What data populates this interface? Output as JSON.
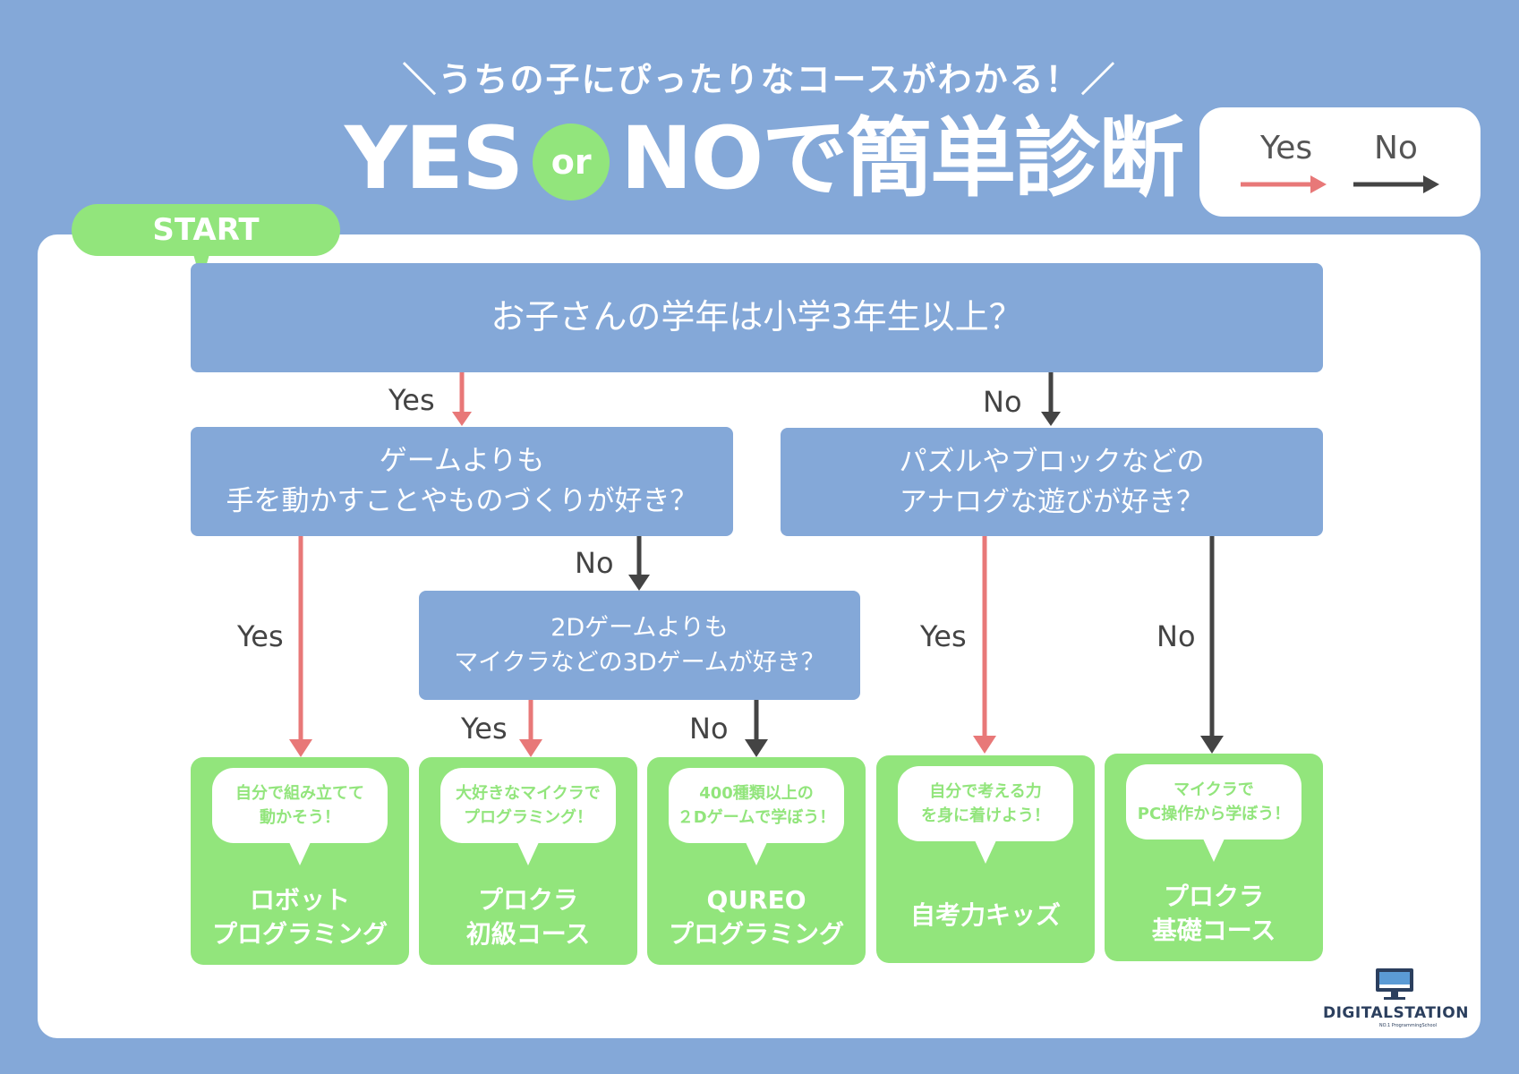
{
  "header": {
    "subtitle": "＼うちの子にぴったりなコースがわかる！／",
    "title_yes": "YES",
    "title_or": "or",
    "title_rest": "NOで簡単診断"
  },
  "legend": {
    "yes": "Yes",
    "no": "No"
  },
  "start": "START",
  "questions": {
    "q1": "お子さんの学年は小学3年生以上？",
    "q2": [
      "ゲームよりも",
      "手を動かすことやものづくりが好き？"
    ],
    "q3": [
      "パズルやブロックなどの",
      "アナログな遊びが好き？"
    ],
    "q4": [
      "2Dゲームよりも",
      "マイクラなどの3Dゲームが好き？"
    ]
  },
  "branch_labels": {
    "q1_yes": "Yes",
    "q1_no": "No",
    "q2_yes": "Yes",
    "q2_no": "No",
    "q3_yes": "Yes",
    "q3_no": "No",
    "q4_yes": "Yes",
    "q4_no": "No"
  },
  "results": [
    {
      "bubble": [
        "自分で組み立てて",
        "動かそう！"
      ],
      "course": [
        "ロボット",
        "プログラミング"
      ]
    },
    {
      "bubble": [
        "大好きなマイクラで",
        "プログラミング！"
      ],
      "course": [
        "プロクラ",
        "初級コース"
      ]
    },
    {
      "bubble": [
        "400種類以上の",
        "２Dゲームで学ぼう！"
      ],
      "course": [
        "QUREO",
        "プログラミング"
      ]
    },
    {
      "bubble": [
        "自分で考える力",
        "を身に着けよう！"
      ],
      "course": [
        "自考力キッズ"
      ]
    },
    {
      "bubble": [
        "マイクラで",
        "PC操作から学ぼう！"
      ],
      "course": [
        "プロクラ",
        "基礎コース"
      ]
    }
  ],
  "logo": {
    "name": "DIGITALSTATION",
    "tagline": "NO.1 ProgrammingSchool",
    "icon": "monitor-icon"
  },
  "colors": {
    "background": "#84a8d8",
    "panel": "#ffffff",
    "accent_green": "#92e57c",
    "yes_arrow": "#e87878",
    "no_arrow": "#444444"
  }
}
